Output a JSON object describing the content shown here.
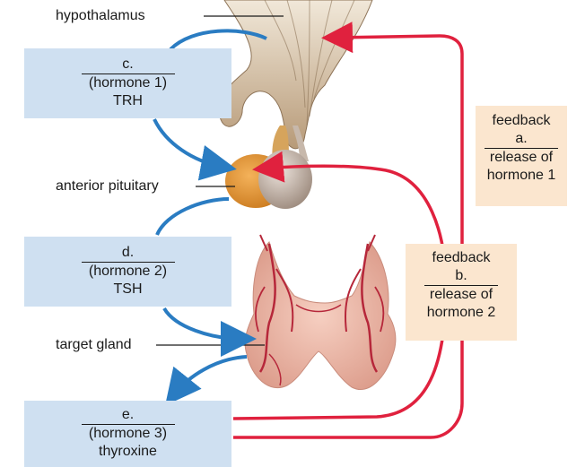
{
  "labels": {
    "hypothalamus": "hypothalamus",
    "anterior_pituitary": "anterior pituitary",
    "target_gland": "target gland"
  },
  "boxes": {
    "c": {
      "letter": "c.",
      "hormone": "(hormone 1)",
      "name": "TRH"
    },
    "d": {
      "letter": "d.",
      "hormone": "(hormone 2)",
      "name": "TSH"
    },
    "e": {
      "letter": "e.",
      "hormone": "(hormone 3)",
      "name": "thyroxine"
    },
    "a": {
      "line1": "feedback",
      "letter": "a.",
      "line3": "release of",
      "line4": "hormone 1"
    },
    "b": {
      "line1": "feedback",
      "letter": "b.",
      "line3": "release of",
      "line4": "hormone 2"
    }
  },
  "colors": {
    "blue_arrow": "#2a7cc2",
    "red_arrow": "#e0213e",
    "blue_box": "#cfe0f1",
    "peach_box": "#fbe6cf"
  }
}
